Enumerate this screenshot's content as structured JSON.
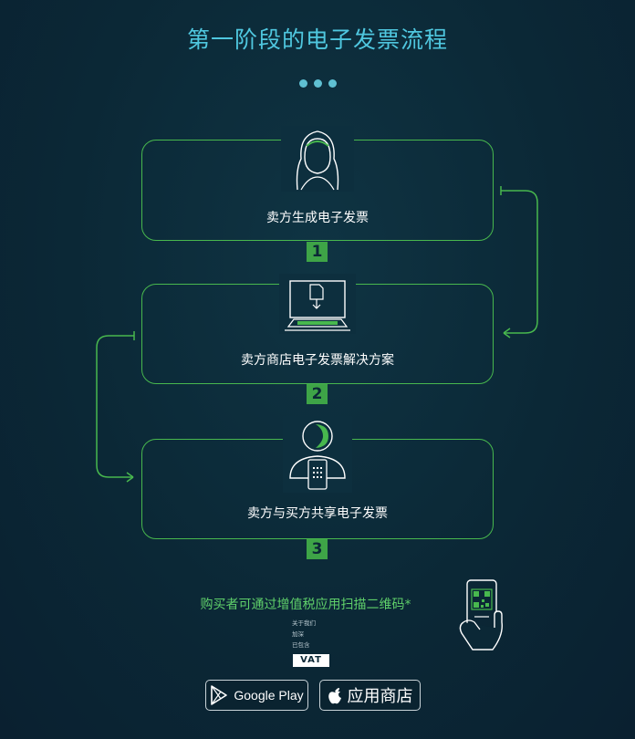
{
  "title": "第一阶段的电子发票流程",
  "steps": [
    {
      "number": "1",
      "label": "卖方生成电子发票"
    },
    {
      "number": "2",
      "label": "卖方商店电子发票解决方案"
    },
    {
      "number": "3",
      "label": "卖方与买方共享电子发票"
    }
  ],
  "scan_text": "购买者可通过增值税应用扫描二维码*",
  "small_lines": [
    "关于我们",
    "加深",
    "已包含"
  ],
  "vat_logo": "VAT",
  "stores": {
    "google_play": "Google Play",
    "app_store": "应用商店"
  },
  "colors": {
    "accent_green": "#48b84e",
    "title_cyan": "#4fc7df",
    "background": "#0b2836"
  }
}
